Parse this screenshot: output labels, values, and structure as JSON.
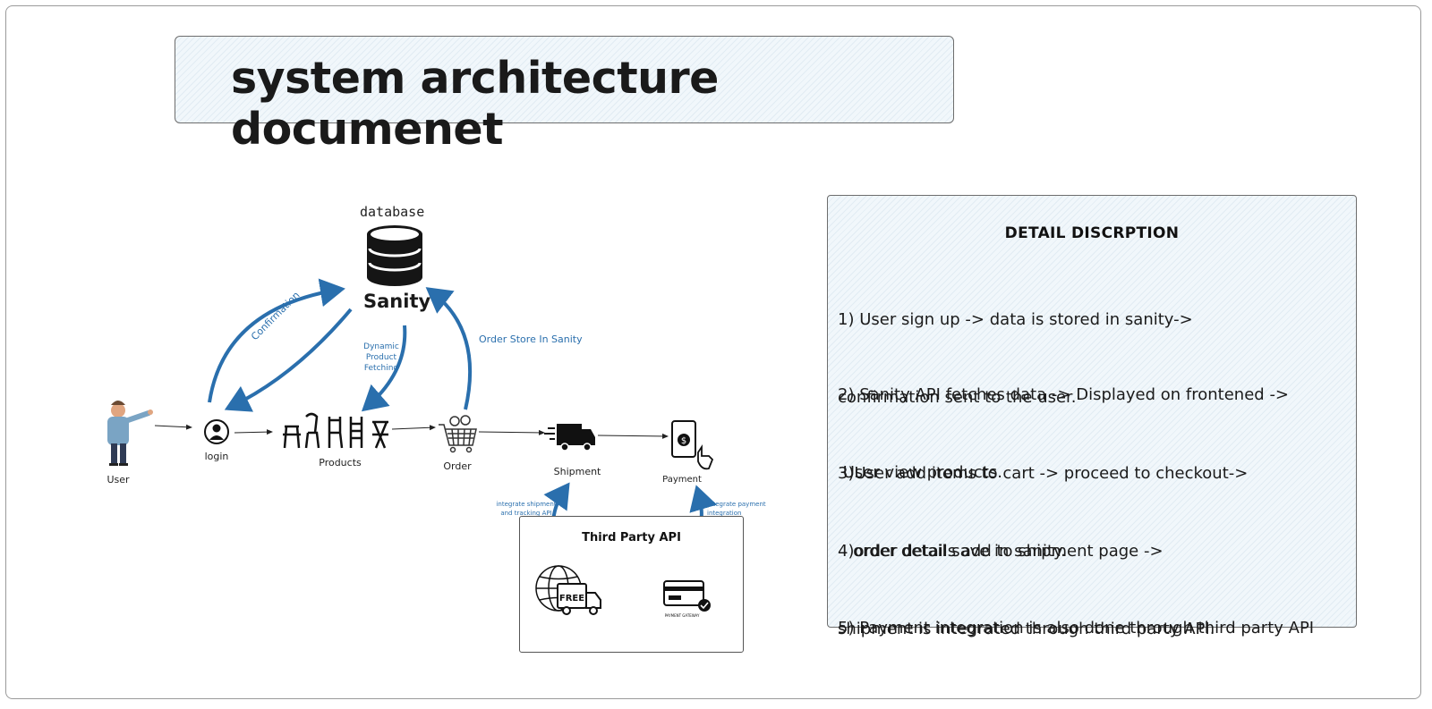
{
  "title": "system architecture documenet",
  "diagram": {
    "database_label": "database",
    "sanity_label": "Sanity",
    "nodes": {
      "user": "User",
      "login": "login",
      "products": "Products",
      "order": "Order",
      "shipment": "Shipment",
      "payment": "Payment"
    },
    "arrows": {
      "confirmation": "Confirmation",
      "dynamic_fetching": [
        "Dynamic",
        "Product",
        "Fetching"
      ],
      "order_store": "Order Store In Sanity",
      "integrate_shipment": [
        "integrate shipment",
        "and tracking API"
      ],
      "integrate_payment": [
        "Integrate payment",
        "integration"
      ]
    },
    "third_party": {
      "title": "Third Party API",
      "free_badge": "FREE",
      "gateway_caption": "PAYMENT GATEWAY"
    },
    "icons": [
      "database-icon",
      "user-person-icon",
      "user-avatar-icon",
      "chairs-icon",
      "shopping-cart-icon",
      "delivery-truck-icon",
      "mobile-payment-icon",
      "globe-free-shipping-icon",
      "payment-gateway-card-icon"
    ],
    "accent_color": "#2a6fad"
  },
  "details": {
    "heading": "DETAIL DISCRPTION",
    "items": [
      {
        "line1": "1) User sign up -> data is stored in sanity->",
        "line2": "confirmation sent to the user."
      },
      {
        "line1": "2) Sanity API fetches data -> Displayed on frontened ->",
        "line2": " User view products."
      },
      {
        "line1": "3)User add items to cart -> proceed to checkout->",
        "line2": "   order detail save in sanity."
      },
      {
        "line1": "4)order details add to shipment page ->",
        "line2": "shipment is integrated through third party API."
      },
      {
        "line1": "5) Payment integration is also done through third party API",
        "line2": ""
      }
    ]
  }
}
